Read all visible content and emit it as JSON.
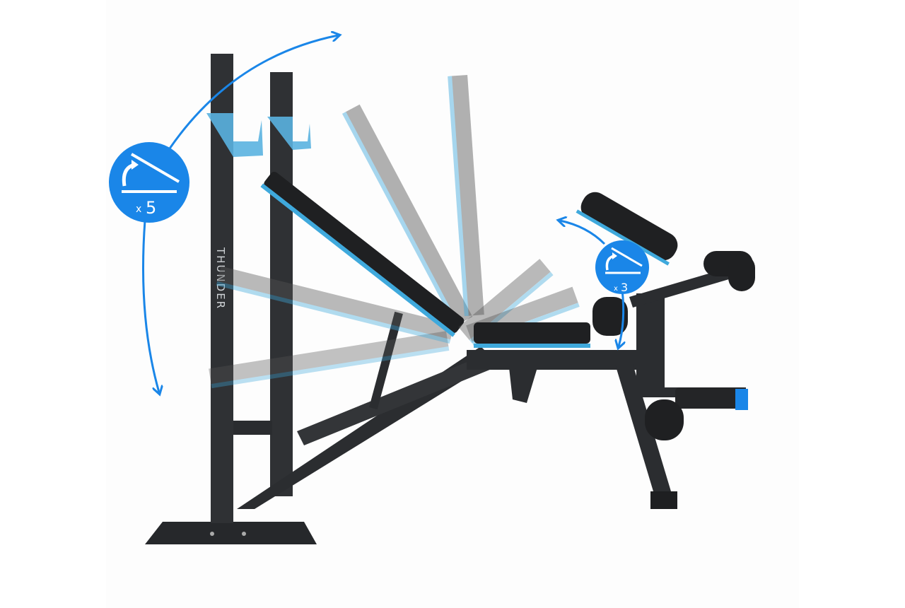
{
  "product": {
    "brand_text": "THUNDER",
    "backrest_badge": {
      "multiplier_prefix": "x",
      "multiplier_value": "5"
    },
    "leg_badge": {
      "multiplier_prefix": "x",
      "multiplier_value": "3"
    }
  },
  "colors": {
    "accent": "#1a86e8",
    "frame": "#2b2d30",
    "pad_trim": "#3fa9dc",
    "background": "#ffffff"
  }
}
